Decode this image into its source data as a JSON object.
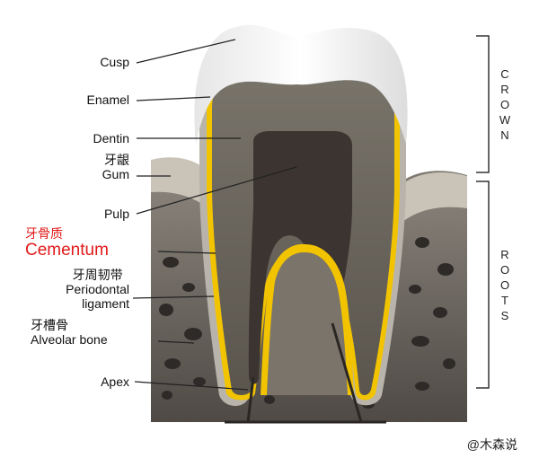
{
  "labels": {
    "cusp": "Cusp",
    "enamel": "Enamel",
    "dentin": "Dentin",
    "gum_cn": "牙龈",
    "gum": "Gum",
    "pulp": "Pulp",
    "cementum_cn": "牙骨质",
    "cementum": "Cementum",
    "periodontal_cn": "牙周韧带",
    "periodontal_line1": "Periodontal",
    "periodontal_line2": "ligament",
    "alveolar_cn": "牙槽骨",
    "alveolar": "Alveolar bone",
    "apex": "Apex"
  },
  "sections": {
    "crown": [
      "C",
      "R",
      "O",
      "W",
      "N"
    ],
    "roots": [
      "R",
      "O",
      "O",
      "T",
      "S"
    ]
  },
  "credit": "@木森说",
  "colors": {
    "highlight_label": "#e11a1a",
    "cementum": "#f2c400",
    "enamel": "#f1f1f1",
    "dentin": "#6f6a60",
    "pulp": "#3b3430",
    "bone": "#6b655f"
  }
}
